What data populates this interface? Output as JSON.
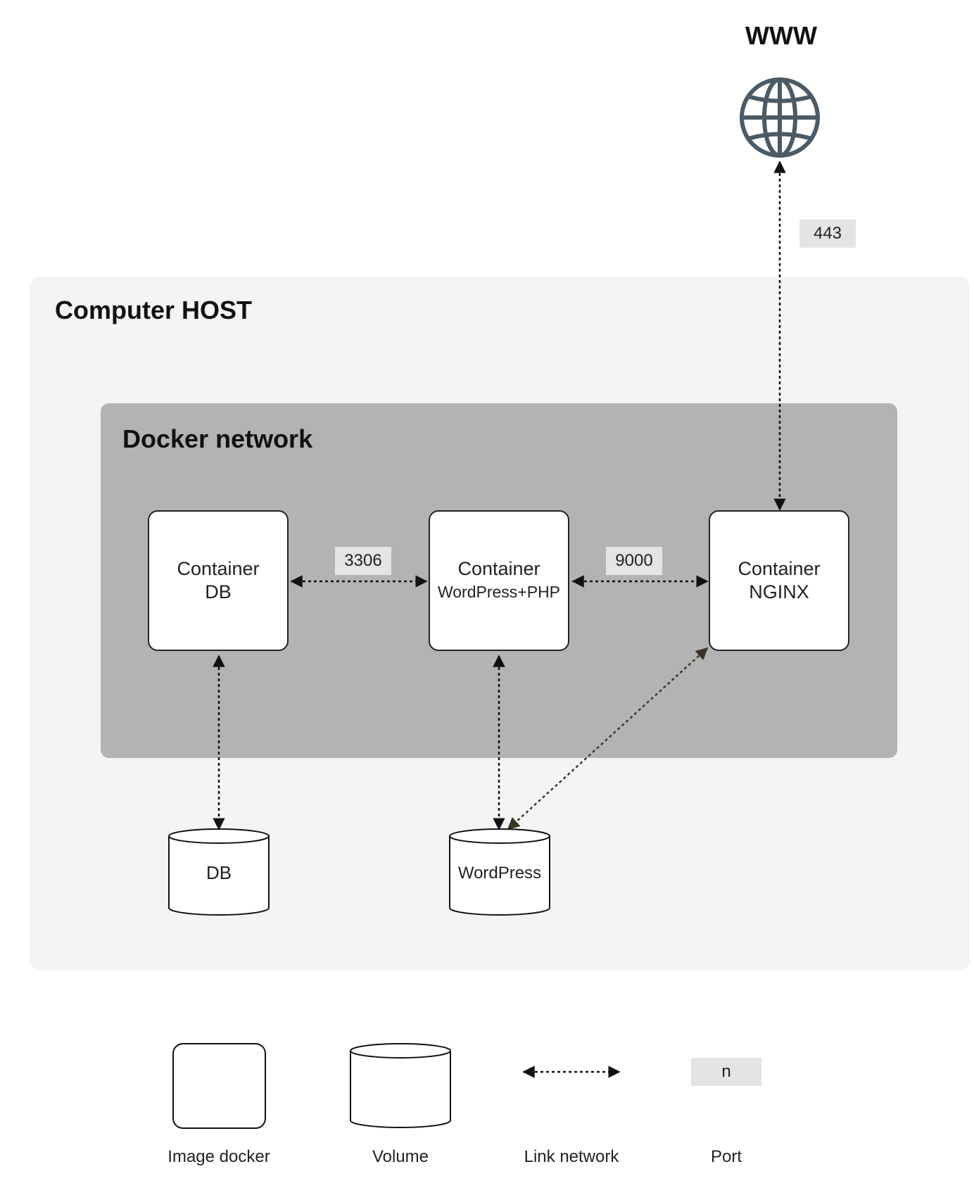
{
  "www": {
    "label": "WWW",
    "icon": "globe-icon"
  },
  "host": {
    "title": "Computer HOST"
  },
  "network": {
    "title": "Docker network"
  },
  "containers": [
    {
      "line1": "Container",
      "line2": "DB"
    },
    {
      "line1": "Container",
      "line2": "WordPress+PHP"
    },
    {
      "line1": "Container",
      "line2": "NGINX"
    }
  ],
  "ports": {
    "www": "443",
    "db": "3306",
    "php": "9000"
  },
  "volumes": [
    {
      "label": "DB"
    },
    {
      "label": "WordPress"
    }
  ],
  "legend": {
    "image_docker": "Image docker",
    "volume": "Volume",
    "link_network": "Link network",
    "port": "Port",
    "port_sample": "n"
  },
  "colors": {
    "host_bg": "#f4f4f4",
    "network_bg": "#b3b3b3",
    "chip_bg": "#e4e4e4",
    "globe": "#4a5a66"
  }
}
